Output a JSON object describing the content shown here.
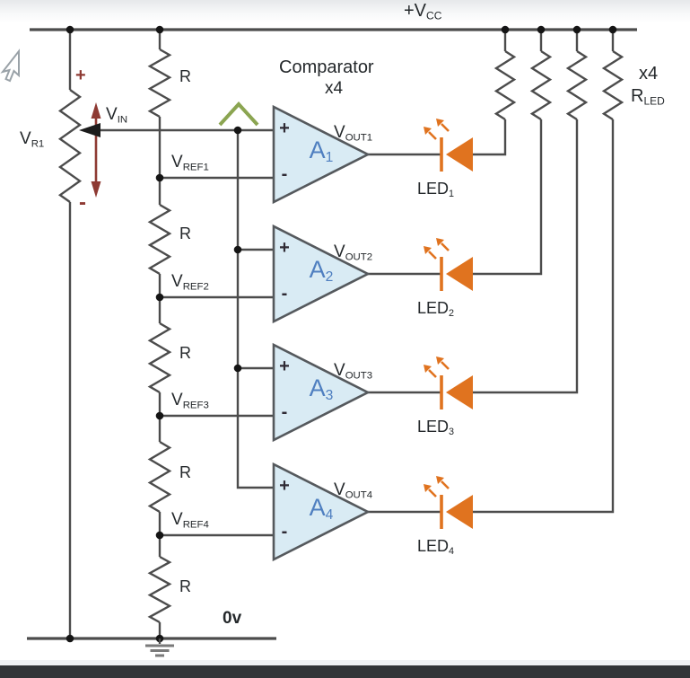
{
  "colors": {
    "wire": "#4c4c4c",
    "dot": "#151515",
    "comparator_fill": "#d9ebf4",
    "comparator_stroke": "#55595d",
    "a_label": "#4f7fc0",
    "led_orange": "#e0731f",
    "maroon": "#8e3a33",
    "green": "#8ba551",
    "text": "#24282b",
    "ground": "#7a7a7a",
    "bottom_bar": "#323538"
  },
  "power": {
    "vcc_base": "+V",
    "vcc_sub": "CC",
    "zero": "0v"
  },
  "comparator_group": {
    "title": "Comparator",
    "count": "x4"
  },
  "rled_group": {
    "count": "x4",
    "base": "R",
    "sub": "LED"
  },
  "pot": {
    "label_base": "V",
    "label_sub": "R1",
    "plus": "+",
    "minus": "-",
    "vin_base": "V",
    "vin_sub": "IN"
  },
  "ladder": {
    "r_labels": [
      "R",
      "R",
      "R",
      "R",
      "R"
    ]
  },
  "rows": [
    {
      "a_base": "A",
      "a_sub": "1",
      "plus": "+",
      "minus": "-",
      "vout_base": "V",
      "vout_sub": "OUT1",
      "vref_base": "V",
      "vref_sub": "REF1",
      "led_base": "LED",
      "led_sub": "1"
    },
    {
      "a_base": "A",
      "a_sub": "2",
      "plus": "+",
      "minus": "-",
      "vout_base": "V",
      "vout_sub": "OUT2",
      "vref_base": "V",
      "vref_sub": "REF2",
      "led_base": "LED",
      "led_sub": "2"
    },
    {
      "a_base": "A",
      "a_sub": "3",
      "plus": "+",
      "minus": "-",
      "vout_base": "V",
      "vout_sub": "OUT3",
      "vref_base": "V",
      "vref_sub": "REF3",
      "led_base": "LED",
      "led_sub": "3"
    },
    {
      "a_base": "A",
      "a_sub": "4",
      "plus": "+",
      "minus": "-",
      "vout_base": "V",
      "vout_sub": "OUT4",
      "vref_base": "V",
      "vref_sub": "REF4",
      "led_base": "LED",
      "led_sub": "4"
    }
  ]
}
